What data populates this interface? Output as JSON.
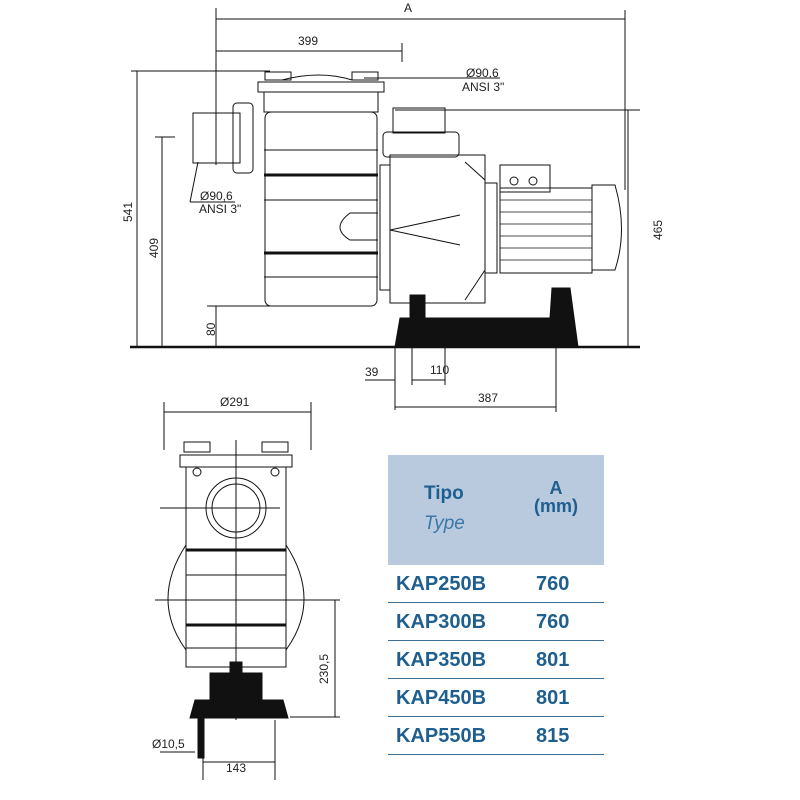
{
  "side_view": {
    "dim_A": "A",
    "dim_399": "399",
    "outlet_diameter": "Ø90,6",
    "outlet_standard": "ANSI 3\"",
    "inlet_diameter": "Ø90,6",
    "inlet_standard": "ANSI 3\"",
    "dim_541": "541",
    "dim_409": "409",
    "dim_80": "80",
    "dim_465": "465",
    "dim_39": "39",
    "dim_110": "110",
    "dim_387": "387"
  },
  "front_view": {
    "dim_291": "Ø291",
    "dim_230_5": "230,5",
    "dim_10_5": "Ø10,5",
    "dim_143": "143"
  },
  "table": {
    "header_tipo": "Tipo",
    "header_type": "Type",
    "header_a": "A",
    "header_unit": "(mm)",
    "rows": [
      {
        "model": "KAP250B",
        "a": "760"
      },
      {
        "model": "KAP300B",
        "a": "760"
      },
      {
        "model": "KAP350B",
        "a": "801"
      },
      {
        "model": "KAP450B",
        "a": "801"
      },
      {
        "model": "KAP550B",
        "a": "815"
      }
    ]
  }
}
